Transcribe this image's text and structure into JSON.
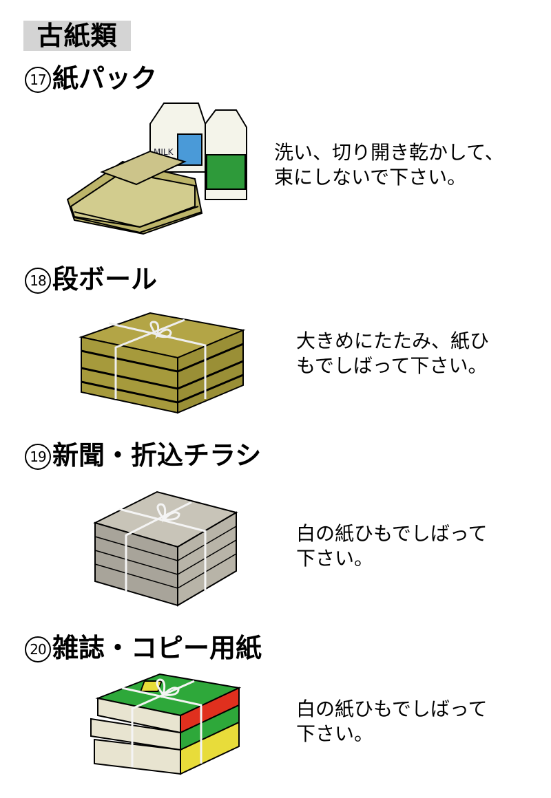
{
  "header": {
    "title": "古紙類"
  },
  "colors": {
    "header_bg": "#d4d4d4",
    "cardboard": "#b3a546",
    "carton_blue": "#4a9ad8",
    "carton_green": "#2e9a3a",
    "magazine_green": "#2ea83a",
    "magazine_red": "#e0301e",
    "magazine_yellow": "#e8dc3a",
    "newspaper": "#b8b4a8"
  },
  "sections": [
    {
      "number": "17",
      "title": "紙パック",
      "description": [
        "洗い、切り開き乾かして、",
        "束にしないで下さい。"
      ],
      "illustration": "milk-carton-icon",
      "carton_label": "MILK"
    },
    {
      "number": "18",
      "title": "段ボール",
      "description": [
        "大きめにたたみ、紙ひ",
        "もでしばって下さい。"
      ],
      "illustration": "cardboard-bundle-icon"
    },
    {
      "number": "19",
      "title": "新聞・折込チラシ",
      "description": [
        "白の紙ひもでしばって",
        "下さい。"
      ],
      "illustration": "newspaper-bundle-icon"
    },
    {
      "number": "20",
      "title": "雑誌・コピー用紙",
      "description": [
        "白の紙ひもでしばって",
        "下さい。"
      ],
      "illustration": "magazine-bundle-icon"
    }
  ]
}
